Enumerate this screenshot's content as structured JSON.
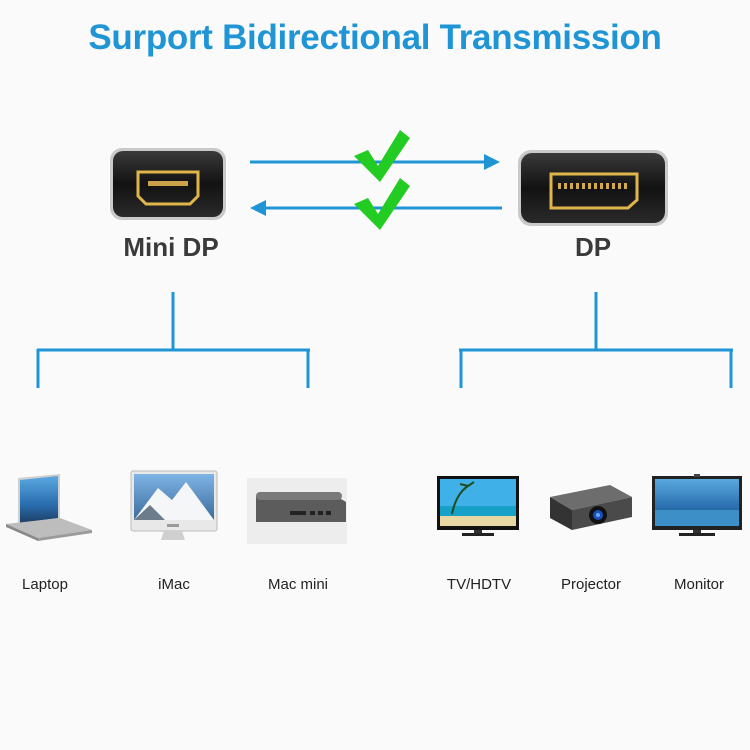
{
  "title": "Surport Bidirectional Transmission",
  "left_port": {
    "label": "Mini DP",
    "icon": "mini-displayport-connector-icon"
  },
  "right_port": {
    "label": "DP",
    "icon": "displayport-connector-icon"
  },
  "colors": {
    "accent": "#1f95d6",
    "check": "#22cc22",
    "connector_gold": "#e0b64a",
    "connector_body": "#1a1a1a"
  },
  "left_devices": [
    {
      "label": "Laptop",
      "icon": "laptop-icon"
    },
    {
      "label": "iMac",
      "icon": "imac-icon"
    },
    {
      "label": "Mac mini",
      "icon": "mac-mini-icon"
    }
  ],
  "right_devices": [
    {
      "label": "TV/HDTV",
      "icon": "tv-icon"
    },
    {
      "label": "Projector",
      "icon": "projector-icon"
    },
    {
      "label": "Monitor",
      "icon": "monitor-icon"
    }
  ]
}
